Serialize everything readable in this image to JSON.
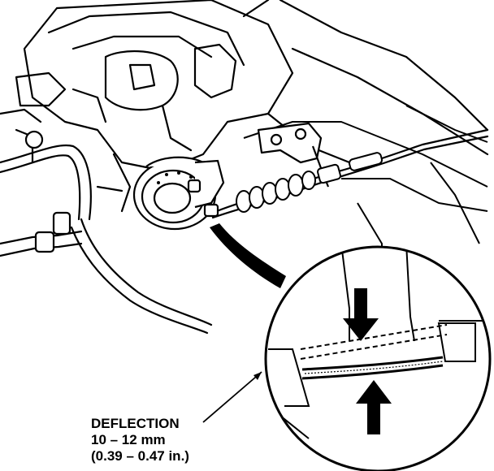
{
  "labels": {
    "deflection_title": "DEFLECTION",
    "deflection_range_mm": "10 – 12 mm",
    "deflection_range_in": "(0.39 – 0.47 in.)"
  },
  "colors": {
    "ink": "#000000",
    "paper": "#ffffff"
  },
  "icons": {
    "up_arrow": "up-arrow-icon",
    "down_arrow": "down-arrow-icon"
  }
}
